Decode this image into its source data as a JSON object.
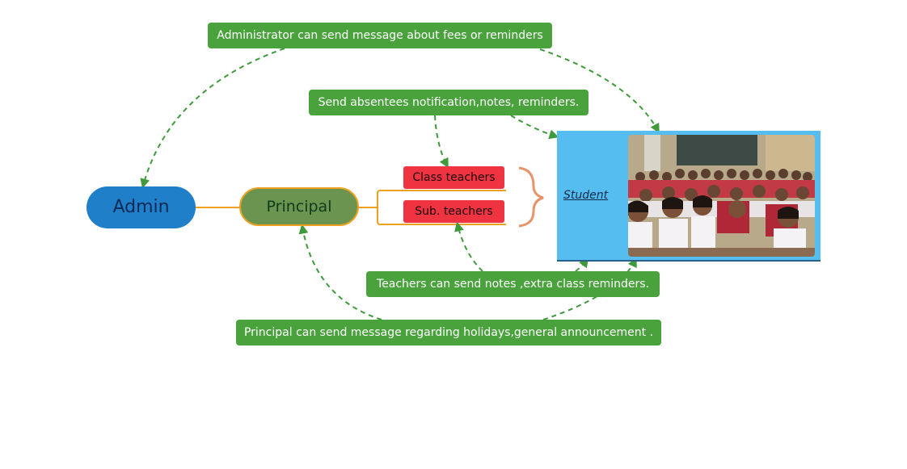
{
  "nodes": {
    "admin": "Admin",
    "principal": "Principal",
    "class_teachers": "Class teachers",
    "sub_teachers": "Sub. teachers",
    "student": "Student"
  },
  "messages": {
    "administrator": "Administrator can send message about fees or reminders",
    "absentees": "Send absentees notification,notes, reminders.",
    "teachers_notes": "Teachers can send notes ,extra class reminders.",
    "principal_holidays": "Principal can send message regarding holidays,general announcement ."
  },
  "colors": {
    "message_green": "#49a23c",
    "admin_blue": "#1f7fc9",
    "principal_olive": "#6b9451",
    "connector_orange": "#f0a020",
    "teacher_red": "#ef3340",
    "student_sky": "#55bdf0",
    "arrow_dashed": "#3e9a3a",
    "brace": "#e8946a"
  }
}
